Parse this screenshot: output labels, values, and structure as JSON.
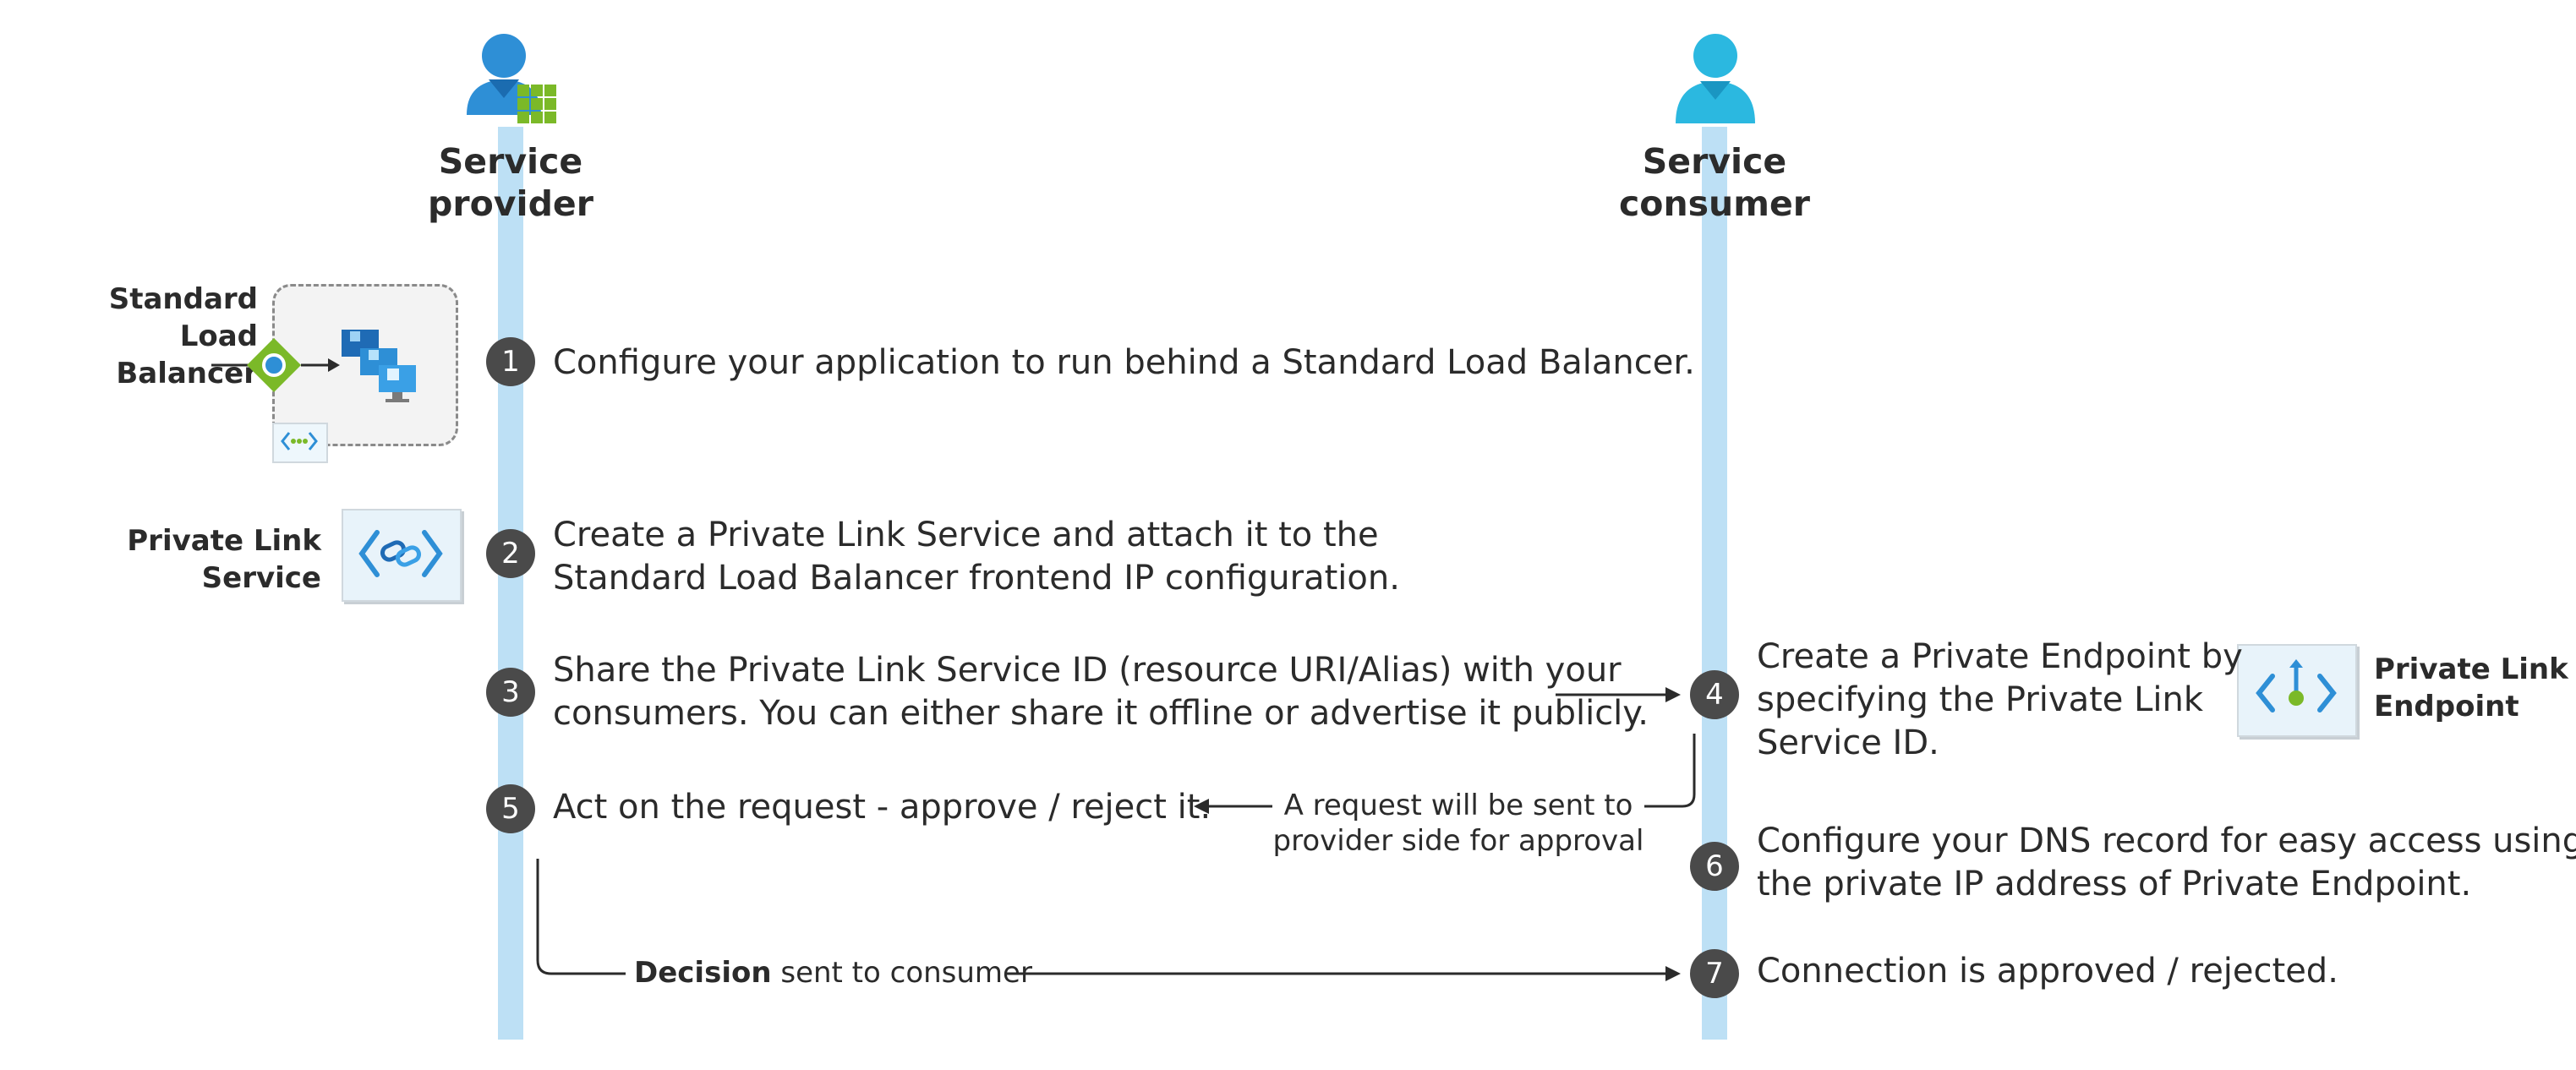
{
  "actors": {
    "provider": {
      "label_line1": "Service",
      "label_line2": "provider"
    },
    "consumer": {
      "label_line1": "Service",
      "label_line2": "consumer"
    }
  },
  "components": {
    "standard_lb": {
      "line1": "Standard Load",
      "line2": "Balancer"
    },
    "private_link_service": {
      "line1": "Private Link",
      "line2": "Service"
    },
    "private_link_endpoint": {
      "line1": "Private Link",
      "line2": "Endpoint"
    }
  },
  "steps": [
    {
      "num": "1",
      "lines": [
        "Configure your application to run behind a Standard Load Balancer."
      ]
    },
    {
      "num": "2",
      "lines": [
        "Create a Private Link Service and attach it to the",
        "Standard Load Balancer frontend IP configuration."
      ]
    },
    {
      "num": "3",
      "lines": [
        "Share the Private Link Service ID (resource URI/Alias) with your",
        "consumers. You can either share it offline or advertise it publicly."
      ]
    },
    {
      "num": "4",
      "lines": [
        "Create a Private Endpoint by",
        "specifying the Private Link",
        "Service ID."
      ]
    },
    {
      "num": "5",
      "lines": [
        "Act on the request - approve / reject it."
      ]
    },
    {
      "num": "6",
      "lines": [
        "Configure your DNS record for easy access using",
        "the private IP address of Private Endpoint."
      ]
    },
    {
      "num": "7",
      "lines": [
        "Connection is approved / rejected."
      ]
    }
  ],
  "notes": {
    "request": {
      "line1": "A request will be sent to",
      "line2": "provider side for approval"
    },
    "decision": {
      "bold": "Decision",
      "rest": "sent to consumer"
    }
  },
  "colors": {
    "lifeline": "#bde0f5",
    "step_circle": "#4a4a4a",
    "arrow": "#2b2b2b",
    "provider_icon": "#2e8fd6",
    "consumer_icon": "#2bb8e0",
    "grid_icon": "#7bb928"
  }
}
